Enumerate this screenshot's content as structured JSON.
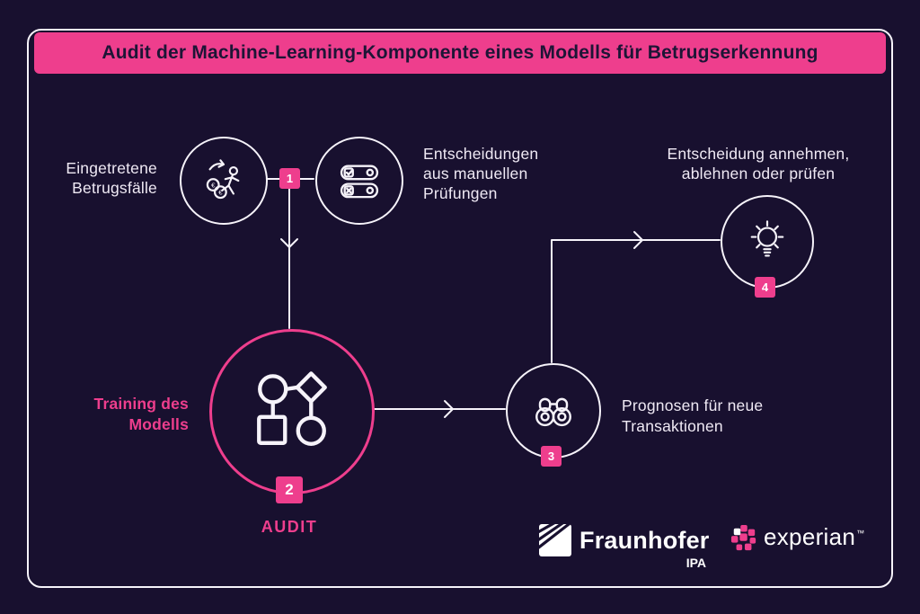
{
  "colors": {
    "background": "#18102f",
    "accent_pink": "#ee3e8d",
    "text": "#efe9f4",
    "banner_text": "#1d1536"
  },
  "header": {
    "title": "Audit der Machine-Learning-Komponente eines Modells für Betrugserkennung"
  },
  "labels": {
    "fraud_cases": {
      "line1": "Eingetretene",
      "line2": "Betrugsfälle"
    },
    "manual_checks": {
      "line1": "Entscheidungen",
      "line2": "aus  manuellen",
      "line3": "Prüfungen"
    },
    "decision": {
      "line1": "Entscheidung annehmen,",
      "line2": "ablehnen oder prüfen"
    },
    "training": {
      "line1": "Training des",
      "line2": "Modells"
    },
    "predictions": {
      "line1": "Prognosen für neue",
      "line2": "Transaktionen"
    },
    "audit": "AUDIT"
  },
  "steps": {
    "one": "1",
    "two": "2",
    "three": "3",
    "four": "4"
  },
  "icons": {
    "fraud": "running-person-with-euro-coins-icon",
    "manual_checks": "check-and-cross-toggles-icon",
    "training": "flowchart-shapes-icon",
    "predictions": "binoculars-icon",
    "decision": "lightbulb-icon"
  },
  "logos": {
    "fraunhofer": "Fraunhofer",
    "fraunhofer_sub": "IPA",
    "experian": "experian",
    "experian_tm": "™"
  }
}
